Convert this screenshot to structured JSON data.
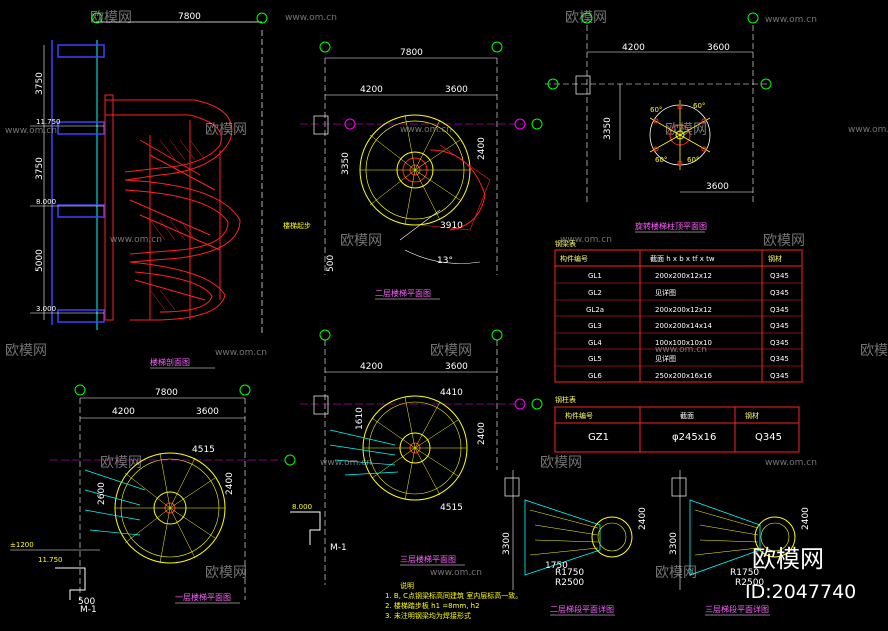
{
  "drawing": {
    "watermark_text": "欧模网",
    "watermark_url": "www.om.cn",
    "brand": "欧模网",
    "id_label": "ID:2047740"
  },
  "elevation": {
    "top_dim": "7800",
    "levels": [
      "11.750",
      "8.000",
      "3.000"
    ],
    "heights": [
      "3750",
      "3750",
      "5000"
    ],
    "title": "楼梯剖面图"
  },
  "plan_upper": {
    "top_dim": "7800",
    "sub_dims": [
      "4200",
      "3600"
    ],
    "side_dims": [
      "3350",
      "2400"
    ],
    "radius_dim": "3910",
    "angle": "13°",
    "bottom_dim": "500",
    "title": "二层楼梯平面图"
  },
  "plan_top_right": {
    "sub_dims": [
      "4200",
      "3600"
    ],
    "side_dim": "3350",
    "bottom_dim": "3600",
    "angles": [
      "60°",
      "60°",
      "60°",
      "60°"
    ],
    "title": "旋转楼梯柱顶平面图"
  },
  "beam_table": {
    "title": "钢梁表",
    "headers": [
      "构件编号",
      "截面 h x b x tf x tw",
      "钢材"
    ],
    "rows": [
      [
        "GL1",
        "200x200x12x12",
        "Q345"
      ],
      [
        "GL2",
        "见详图",
        "Q345"
      ],
      [
        "GL2a",
        "200x200x12x12",
        "Q345"
      ],
      [
        "GL3",
        "200x200x14x14",
        "Q345"
      ],
      [
        "GL4",
        "100x100x10x10",
        "Q345"
      ],
      [
        "GL5",
        "见详图",
        "Q345"
      ],
      [
        "GL6",
        "250x200x16x16",
        "Q345"
      ]
    ]
  },
  "column_table": {
    "title": "钢柱表",
    "headers": [
      "构件编号",
      "截面",
      "钢材"
    ],
    "rows": [
      [
        "GZ1",
        "φ245x16",
        "Q345"
      ]
    ]
  },
  "plan_lower_left": {
    "top_dim": "7800",
    "sub_dims": [
      "4200",
      "3600"
    ],
    "radius_dim": "4515",
    "side_dims": [
      "2600",
      "2400"
    ],
    "level_a": "±1200",
    "level_b": "11.750",
    "section": "M-1",
    "dim_500": "500",
    "title": "一层楼梯平面图"
  },
  "plan_lower_mid": {
    "sub_dims": [
      "4200",
      "3600"
    ],
    "radius_dims": [
      "4410",
      "4515"
    ],
    "side_dims": [
      "1610",
      "2400"
    ],
    "level": "8.000",
    "section": "M-1",
    "title": "三层楼梯平面图"
  },
  "notes": {
    "title": "说明",
    "lines": [
      "1. B, C点钢梁标高同建筑     室内层标高一致。",
      "2. 楼梯踏步板        h1 =8mm, h2",
      "3. 未注明钢梁均为焊接形式"
    ]
  },
  "detail_a": {
    "dims": [
      "1750",
      "R1750",
      "R2500",
      "3300",
      "2400"
    ],
    "title": "二层梯段平面详图"
  },
  "detail_b": {
    "dims": [
      "R1750",
      "R2500",
      "3300",
      "2400"
    ],
    "title": "三层梯段平面详图"
  }
}
